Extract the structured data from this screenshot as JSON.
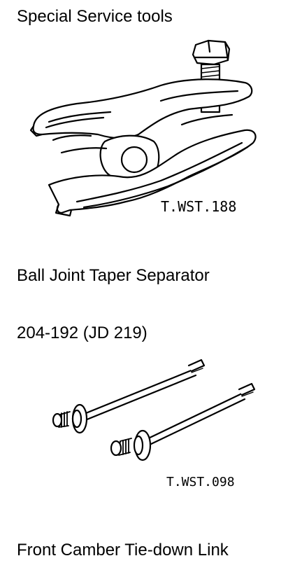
{
  "page": {
    "heading": "Special Service tools"
  },
  "tools": [
    {
      "name": "Ball Joint Taper Separator",
      "figure_code": "T.WST.188"
    },
    {
      "part_number": "204-192 (JD 219)",
      "name": "Front Camber Tie-down Link",
      "figure_code": "T.WST.098"
    }
  ],
  "icons": {
    "separator_illustration": "ball-joint-separator-drawing",
    "tie_down_illustration": "tie-down-link-drawing"
  },
  "colors": {
    "ink": "#000000",
    "paper": "#ffffff"
  }
}
